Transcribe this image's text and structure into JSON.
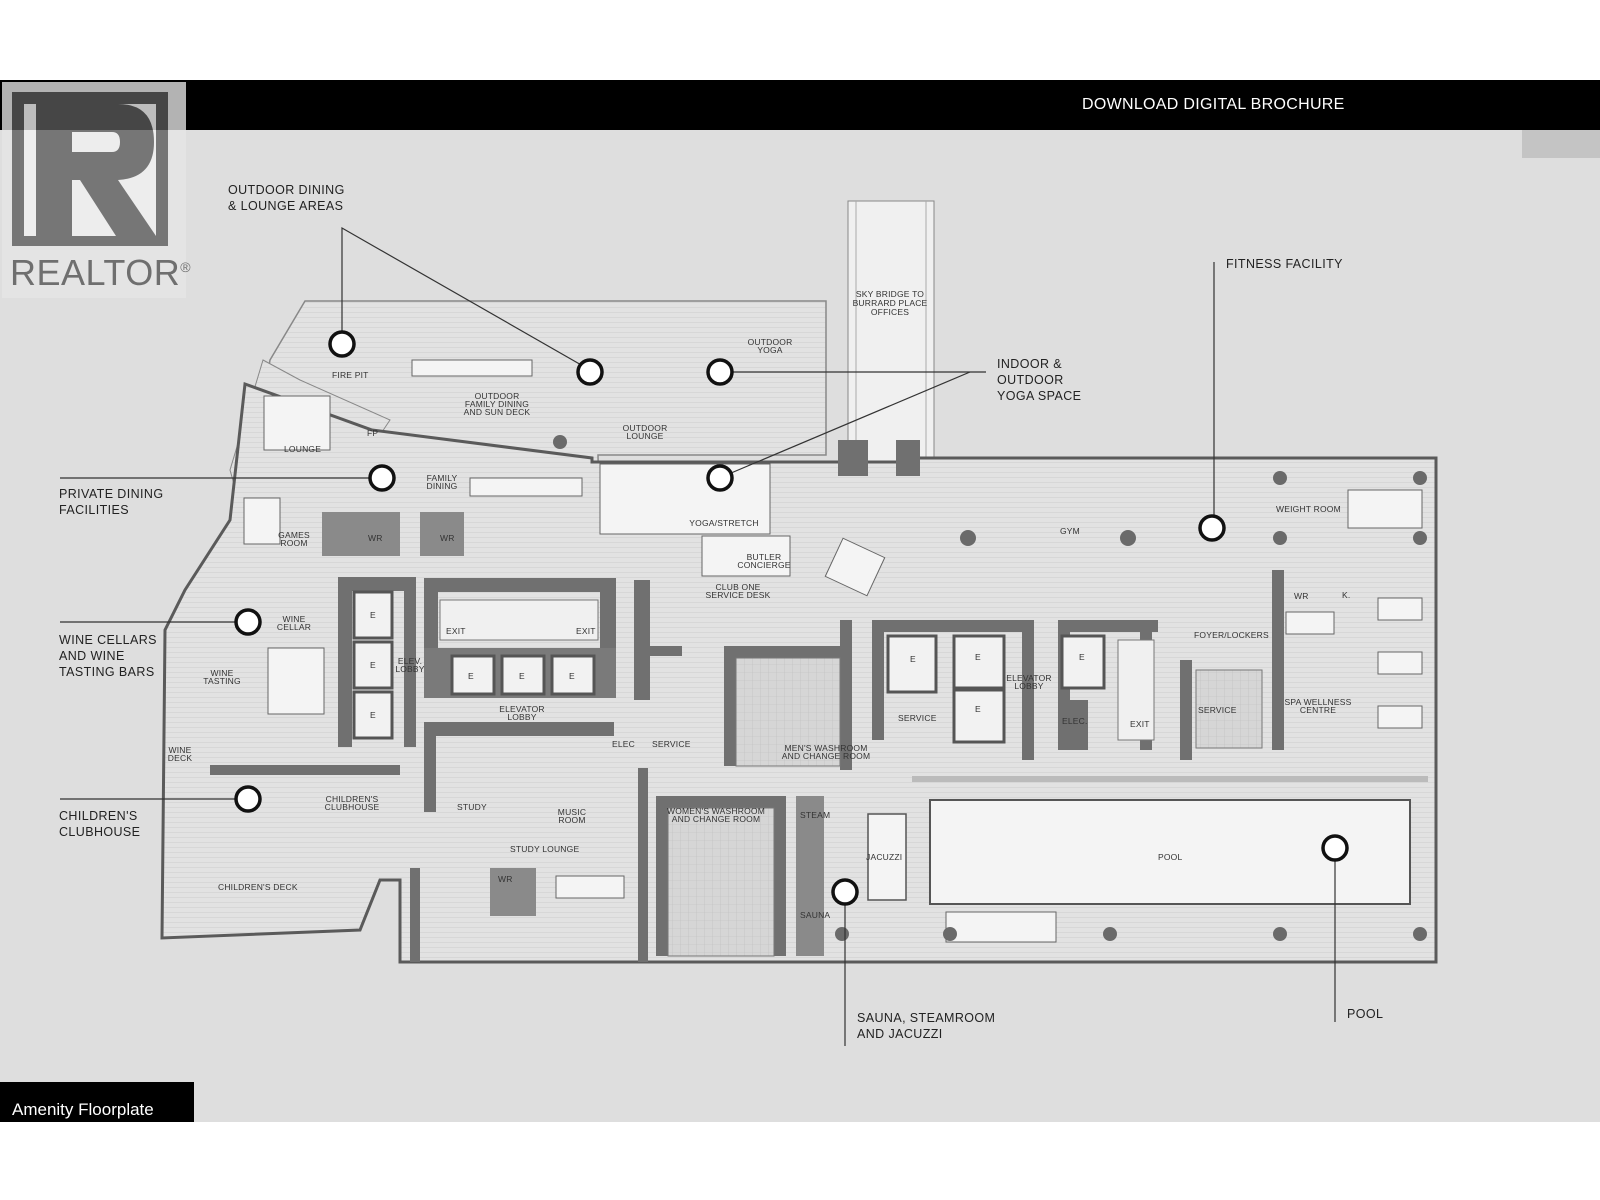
{
  "header": {
    "download_label": "DOWNLOAD DIGITAL BROCHURE"
  },
  "logo": {
    "wordmark": "REALTOR",
    "mark": "®"
  },
  "footer": {
    "label": "Amenity Floorplate"
  },
  "callouts": {
    "outdoor_dining": "OUTDOOR DINING\n& LOUNGE AREAS",
    "fitness": "FITNESS FACILITY",
    "yoga": "INDOOR &\nOUTDOOR\nYOGA SPACE",
    "private_dining": "PRIVATE DINING\nFACILITIES",
    "wine": "WINE CELLARS\nAND WINE\nTASTING BARS",
    "children": "CHILDREN'S\nCLUBHOUSE",
    "sauna": "SAUNA, STEAMROOM\nAND JACUZZI",
    "pool": "POOL"
  },
  "rooms": {
    "sky_bridge": [
      "SKY BRIDGE TO",
      "BURRARD PLACE",
      "OFFICES"
    ],
    "fire_pit": "FIRE PIT",
    "outdoor_family_dining": [
      "OUTDOOR",
      "FAMILY DINING",
      "AND SUN DECK"
    ],
    "outdoor_lounge": [
      "OUTDOOR",
      "LOUNGE"
    ],
    "outdoor_yoga": [
      "OUTDOOR",
      "YOGA"
    ],
    "lounge": "LOUNGE",
    "fp": "FP",
    "family_dining": [
      "FAMILY",
      "DINING"
    ],
    "games_room": [
      "GAMES",
      "ROOM"
    ],
    "wr": "WR",
    "yoga_stretch": "YOGA/STRETCH",
    "butler": [
      "BUTLER",
      "CONCIERGE"
    ],
    "club_one": [
      "CLUB ONE",
      "SERVICE DESK"
    ],
    "gym": "GYM",
    "weight_room": "WEIGHT ROOM",
    "wine_cellar": [
      "WINE",
      "CELLAR"
    ],
    "wine_tasting": [
      "WINE",
      "TASTING"
    ],
    "wine_deck": [
      "WINE",
      "DECK"
    ],
    "e": "E",
    "elev_lobby": [
      "ELEV.",
      "LOBBY"
    ],
    "exit": "EXIT",
    "elevator_lobby": [
      "ELEVATOR",
      "LOBBY"
    ],
    "service": "SERVICE",
    "elec": "ELEC.",
    "elec_short": "ELEC",
    "mens": [
      "MEN'S WASHROOM",
      "AND CHANGE ROOM"
    ],
    "womens": [
      "WOMEN'S WASHROOM",
      "AND CHANGE ROOM"
    ],
    "foyer_lockers": "FOYER/LOCKERS",
    "k": "K.",
    "spa": [
      "SPA WELLNESS",
      "CENTRE"
    ],
    "childrens_clubhouse": [
      "CHILDREN'S",
      "CLUBHOUSE"
    ],
    "childrens_deck": "CHILDREN'S DECK",
    "study": "STUDY",
    "music_room": [
      "MUSIC",
      "ROOM"
    ],
    "study_lounge": "STUDY LOUNGE",
    "steam": "STEAM",
    "jacuzzi": "JACUZZI",
    "sauna": "SAUNA",
    "pool": "POOL"
  },
  "colors": {
    "bar": "#000000",
    "floor": "#dedede",
    "wall": "#6f6f6f",
    "line": "#333333"
  }
}
